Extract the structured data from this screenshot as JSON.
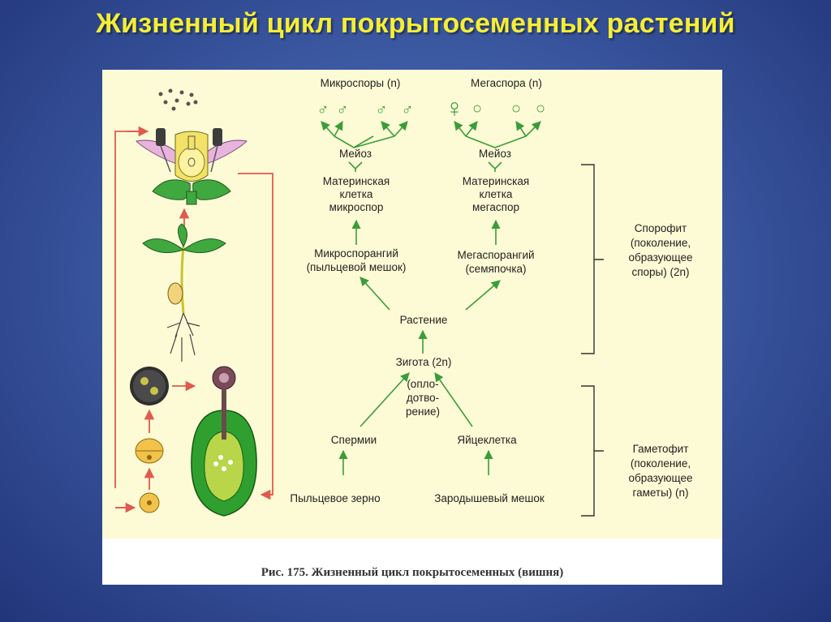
{
  "title": "Жизненный цикл покрытосеменных растений",
  "caption": "Рис. 175. Жизненный цикл покрытосеменных (вишня)",
  "labels": {
    "microspores": "Микроспоры (n)",
    "megaspore": "Мегаспора (n)",
    "meiosis_left": "Мейоз",
    "meiosis_right": "Мейоз",
    "micro_mother": [
      "Материнская",
      "клетка",
      "микроспор"
    ],
    "mega_mother": [
      "Материнская",
      "клетка",
      "мегаспор"
    ],
    "microsporangium": [
      "Микроспорангий",
      "(пыльцевой мешок)"
    ],
    "megasporangium": [
      "Мегаспорангий",
      "(семяпочка)"
    ],
    "plant": "Растение",
    "zygote": "Зигота (2n)",
    "fertilization": [
      "(опло-",
      "дотво-",
      "рение)"
    ],
    "sperm": "Спермии",
    "egg": "Яйцеклетка",
    "pollen": "Пыльцевое зерно",
    "embryo_sac": "Зародышевый мешок",
    "sporophyte": [
      "Спорофит",
      "(поколение,",
      "образующее",
      "споры) (2n)"
    ],
    "gametophyte": [
      "Гаметофит",
      "(поколение,",
      "образующее",
      "гаметы) (n)"
    ]
  },
  "symbols": {
    "male": "♂",
    "female_large": "♀",
    "cell": "○"
  },
  "colors": {
    "title": "#f5ee34",
    "arrow": "#3a9d3a",
    "loop": "#e05a4e",
    "background": "#fdfbd5"
  }
}
